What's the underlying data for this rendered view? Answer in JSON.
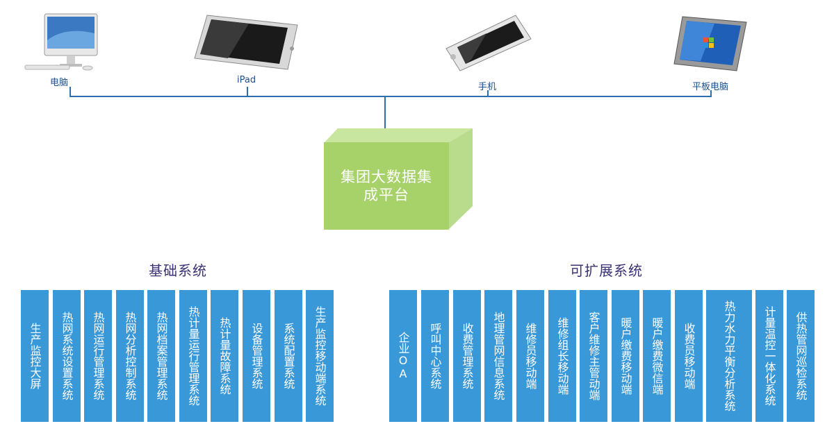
{
  "devices": [
    {
      "label": "电脑",
      "icon": "desktop-computer-icon"
    },
    {
      "label": "iPad",
      "icon": "ipad-icon"
    },
    {
      "label": "手机",
      "icon": "phone-icon"
    },
    {
      "label": "平板电脑",
      "icon": "tablet-pc-icon"
    }
  ],
  "center_box": {
    "line1": "集团大数据集",
    "line2": "成平台"
  },
  "basic": {
    "title": "基础系统",
    "items": [
      "生产监控大屏",
      "热网系统设置系统",
      "热网运行管理系统",
      "热网分析控制系统",
      "热网档案管理系统",
      "热计量运行管理系统",
      "热计量故障系统",
      "设备管理系统",
      "系统配置系统",
      "生产监控移动端系统"
    ]
  },
  "extended": {
    "title": "可扩展系统",
    "items": [
      "企业OA",
      "呼叫中心系统",
      "收费管理系统",
      "地理管网信息系统",
      "维修员移动端",
      "维修组长移动端",
      "客户维修主管动端",
      "暖户缴费移动端",
      "暖户缴费微信端",
      "收费员移动端",
      "热力水力平衡分析系统",
      "计量温控一体化系统",
      "供热管网巡检系统"
    ]
  },
  "colors": {
    "accent_blue": "#3898d8",
    "box_green": "#a7d26a",
    "title_purple": "#3a3275",
    "line_blue": "#2a6fb0"
  }
}
